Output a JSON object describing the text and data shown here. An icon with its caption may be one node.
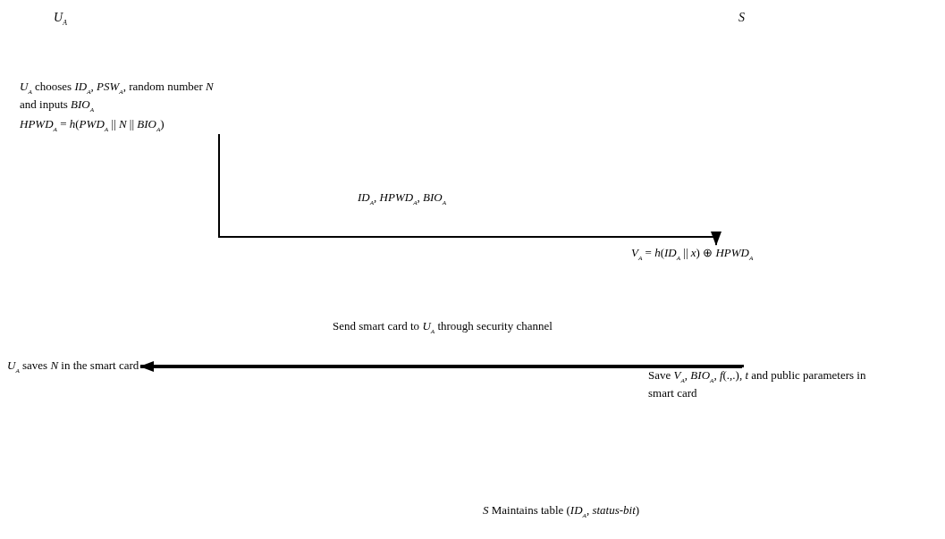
{
  "diagram": {
    "nodes": [
      {
        "text": [
          "*U*$_{A}$"
        ]
      },
      {
        "text": [
          "*S*"
        ]
      },
      {
        "text": [
          "*U*$_{A}$ chooses *ID*$_{A}$, *PSW*$_{A}$, random number *N* and inputs *BIO*$_{A}$",
          "*HPWD*$_{A}$ = *h*(*PWD*$_{A}$ || *N* || *BIO*$_{A}$)"
        ]
      },
      {
        "text": [
          "*V*$_{A}$ = *h*(*ID*$_{A}$ || *x*) ⊕ *HPWD*$_{A}$"
        ]
      },
      {
        "text": [
          "*U*$_{A}$ saves *N* in the smart card"
        ]
      },
      {
        "text": [
          "Save *V*$_{A}$, *BIO*$_{A}$, *f*(.,.), *t* and public parameters in smart card"
        ]
      }
    ],
    "edges": [
      {
        "from": 2,
        "to": 3,
        "arrow": "to",
        "label": "*ID*$_{A}$, *HPWD*$_{A}$, *BIO*$_{A}$"
      },
      {
        "from": 5,
        "to": 4,
        "arrow": "to",
        "label": "Send smart card to *U*$_{A}$ through security channel",
        "style": "thick"
      }
    ],
    "labels": [
      "*S* Maintains table (*ID*$_{A}$, *status-bit*)"
    ]
  }
}
